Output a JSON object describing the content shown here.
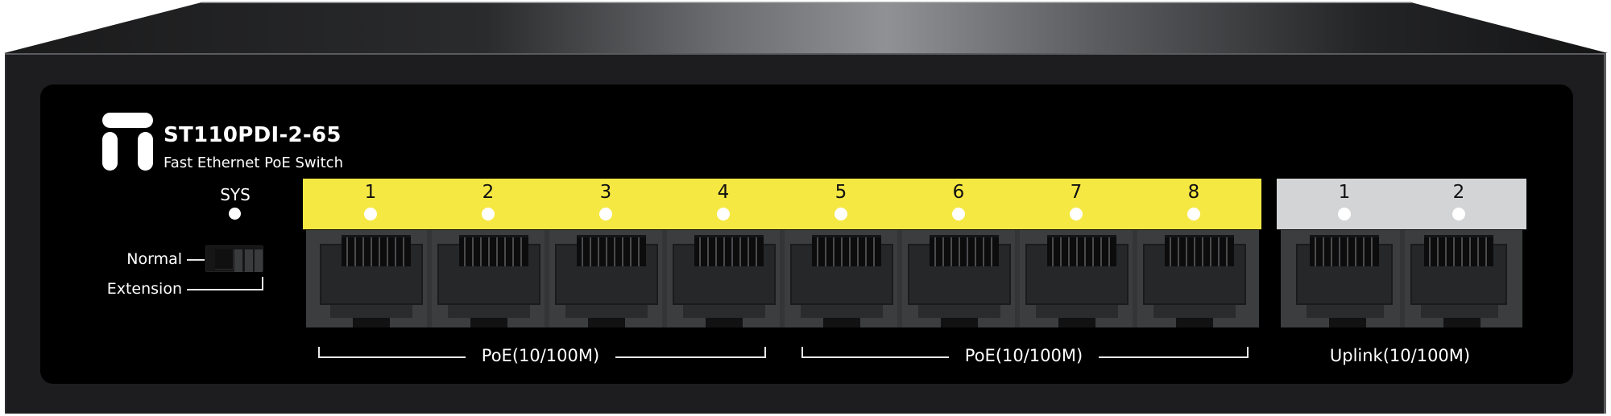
{
  "device": {
    "model": "ST110PDI-2-65",
    "description": "Fast Ethernet PoE Switch",
    "logo_icon": "brand-logo-icon"
  },
  "indicators": {
    "sys_label": "SYS"
  },
  "mode_switch": {
    "options": [
      "Normal",
      "Extension"
    ],
    "normal_label": "Normal",
    "extension_label": "Extension"
  },
  "poe_ports": {
    "color": "#f6e843",
    "labels": [
      "1",
      "2",
      "3",
      "4",
      "5",
      "6",
      "7",
      "8"
    ]
  },
  "uplink_ports": {
    "color": "#d3d4d6",
    "labels": [
      "1",
      "2"
    ]
  },
  "groups": {
    "poe_group_1_label": "PoE(10/100M)",
    "poe_group_2_label": "PoE(10/100M)",
    "uplink_label": "Uplink(10/100M)"
  }
}
